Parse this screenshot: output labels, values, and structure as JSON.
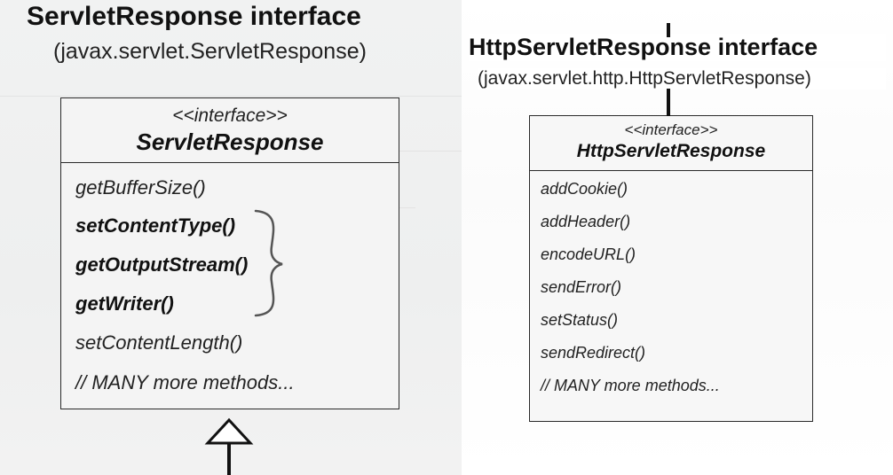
{
  "left": {
    "title": "ServletResponse interface",
    "subtitle": "(javax.servlet.ServletResponse)",
    "stereotype": "<<interface>>",
    "name": "ServletResponse",
    "methods": [
      "getBufferSize()",
      "setContentType()",
      "getOutputStream()",
      "getWriter()",
      "setContentLength()",
      "// MANY more methods..."
    ]
  },
  "right": {
    "title": "HttpServletResponse interface",
    "subtitle": "(javax.servlet.http.HttpServletResponse)",
    "stereotype": "<<interface>>",
    "name": "HttpServletResponse",
    "methods": [
      "addCookie()",
      "addHeader()",
      "encodeURL()",
      "sendError()",
      "setStatus()",
      "sendRedirect()",
      "// MANY more methods..."
    ]
  }
}
